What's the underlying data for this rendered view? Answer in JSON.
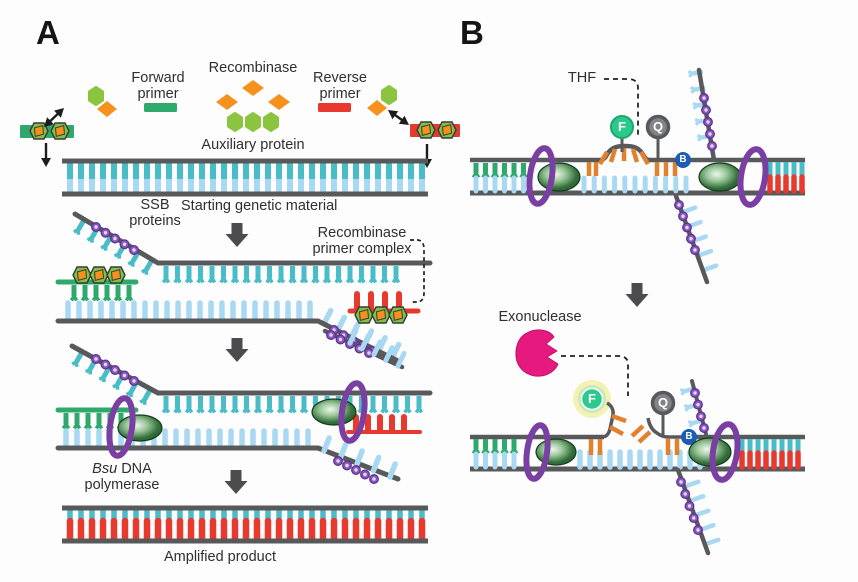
{
  "panels": {
    "a": "A",
    "b": "B"
  },
  "panel_a": {
    "legend": {
      "forward_primer": "Forward primer",
      "recombinase": "Recombinase",
      "reverse_primer": "Reverse primer",
      "auxiliary_protein": "Auxiliary protein"
    },
    "labels": {
      "ssb_proteins": "SSB proteins",
      "starting_material": "Starting genetic material",
      "recombinase_primer_complex": "Recombinase primer complex",
      "bsu": "Bsu",
      "bsu_rest": "DNA polymerase",
      "amplified_product": "Amplified product"
    }
  },
  "panel_b": {
    "labels": {
      "thf": "THF",
      "exonuclease": "Exonuclease",
      "fluorophore": "F",
      "quencher": "Q",
      "blocker": "B"
    }
  },
  "colors": {
    "strand": "#58595b",
    "teal": "#49bdc7",
    "light_blue": "#a9d9f2",
    "green_primer": "#2fa96b",
    "red_primer": "#e8392f",
    "recombinase_orange": "#f5921e",
    "probe_orange": "#e2812d",
    "auxiliary_green": "#8bc540",
    "ring_purple": "#7a3fa3",
    "ssb_bead": "#8a5bb8",
    "fluorophore_green": "#2bca8c",
    "quencher_gray": "#828487",
    "blocker_blue": "#1d5cb5",
    "exonuclease_magenta": "#e6197e",
    "arrow_dark": "#4c4c4e"
  }
}
